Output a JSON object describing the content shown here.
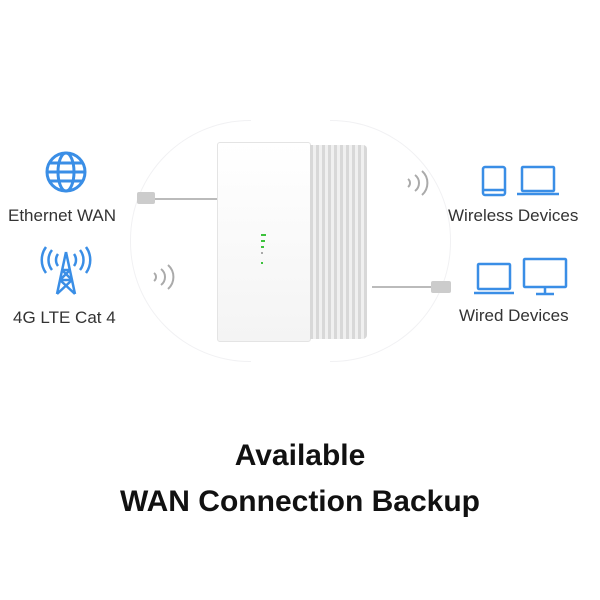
{
  "left": {
    "ethernet_label": "Ethernet WAN",
    "lte_label": "4G LTE Cat 4"
  },
  "right": {
    "wireless_label": "Wireless Devices",
    "wired_label": "Wired Devices"
  },
  "title": {
    "line1": "Available",
    "line2": "WAN Connection Backup"
  },
  "colors": {
    "icon": "#3a8ee6",
    "led": "#3cc23c"
  },
  "icons": [
    "globe-icon",
    "cell-tower-icon",
    "tablet-icon",
    "laptop-icon",
    "monitor-icon",
    "wifi-signal-icon",
    "ethernet-plug-icon"
  ]
}
